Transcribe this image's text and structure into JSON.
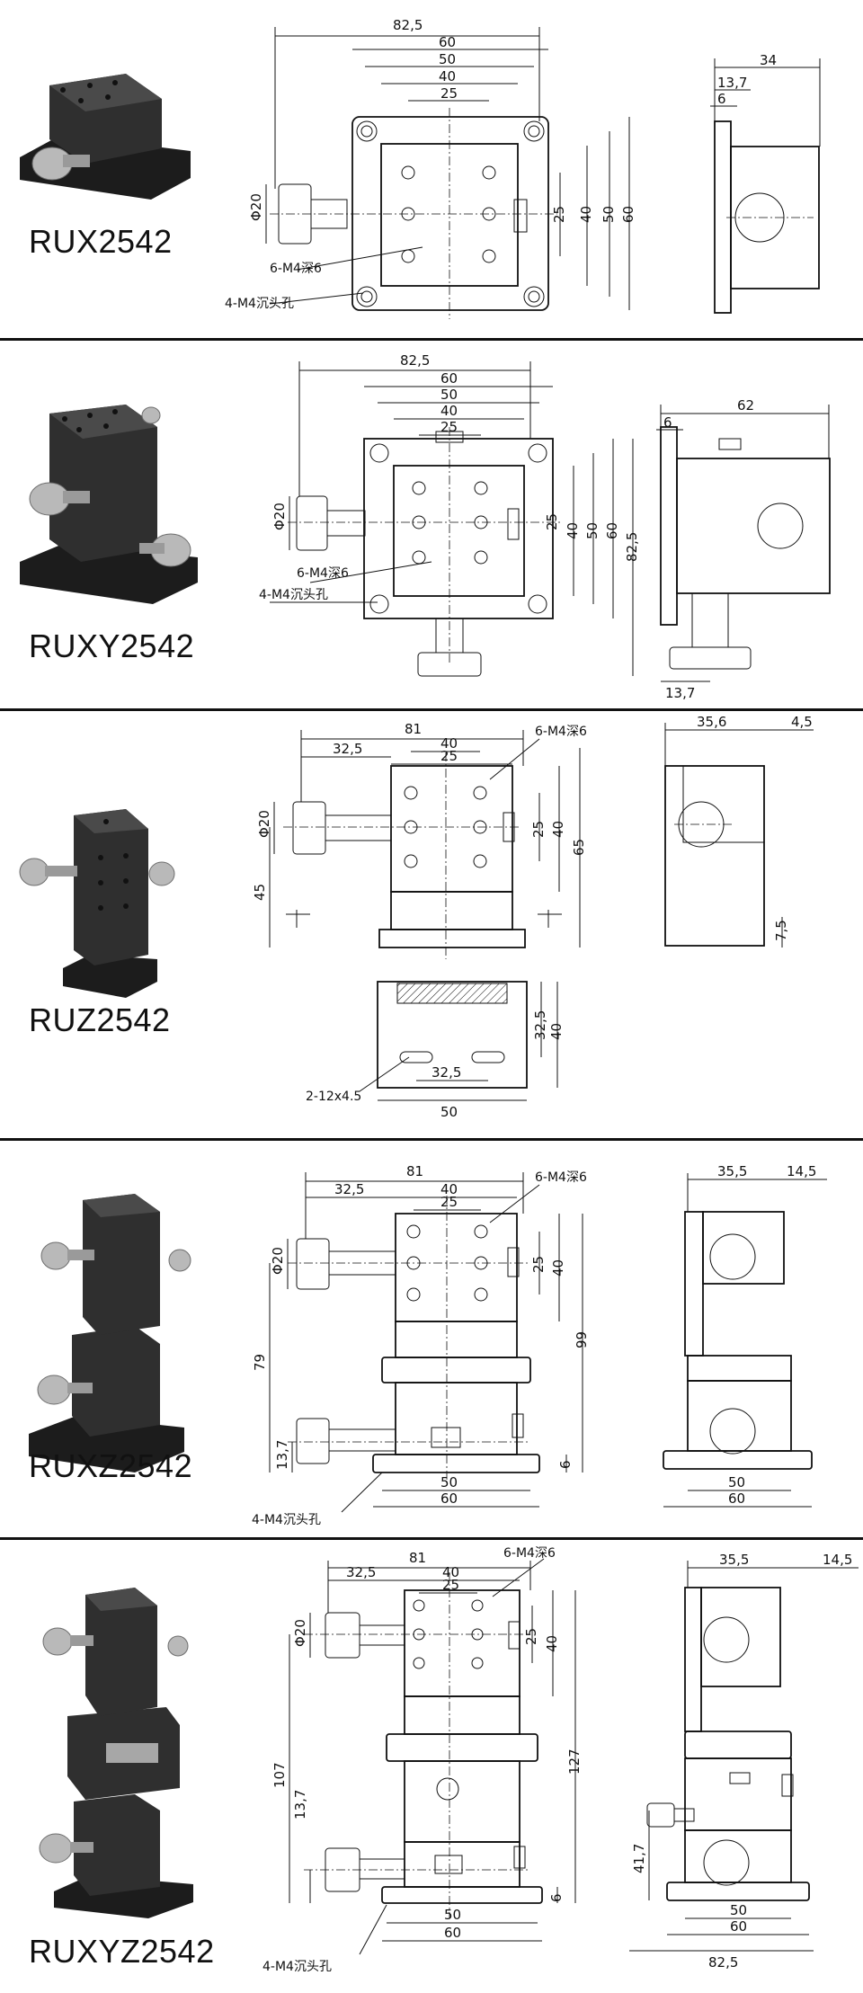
{
  "sections": [
    {
      "model": "RUX2542",
      "dims": [
        "82,5",
        "60",
        "50",
        "40",
        "25",
        "Φ20",
        "6-M4深6",
        "4-M4沉头孔",
        "25",
        "40",
        "50",
        "60",
        "34",
        "13,7",
        "6"
      ]
    },
    {
      "model": "RUXY2542",
      "dims": [
        "82,5",
        "60",
        "50",
        "40",
        "25",
        "Φ20",
        "6-M4深6",
        "4-M4沉头孔",
        "25",
        "40",
        "50",
        "60",
        "82,5",
        "62",
        "6",
        "13,7"
      ]
    },
    {
      "model": "RUZ2542",
      "dims": [
        "81",
        "32,5",
        "40",
        "25",
        "6-M4深6",
        "Φ20",
        "25",
        "40",
        "65",
        "45",
        "35,6",
        "4,5",
        "7,5",
        "32,5",
        "40",
        "32,5",
        "50",
        "2-12x4.5"
      ]
    },
    {
      "model": "RUXZ2542",
      "dims": [
        "81",
        "32,5",
        "40",
        "25",
        "6-M4深6",
        "Φ20",
        "25",
        "40",
        "99",
        "79",
        "13,7",
        "6",
        "50",
        "60",
        "4-M4沉头孔",
        "35,5",
        "14,5",
        "50",
        "60"
      ]
    },
    {
      "model": "RUXYZ2542",
      "dims": [
        "81",
        "32,5",
        "40",
        "25",
        "6-M4深6",
        "Φ20",
        "25",
        "40",
        "107",
        "127",
        "13,7",
        "6",
        "50",
        "60",
        "4-M4沉头孔",
        "35,5",
        "14,5",
        "41,7",
        "50",
        "60",
        "82,5"
      ]
    }
  ]
}
